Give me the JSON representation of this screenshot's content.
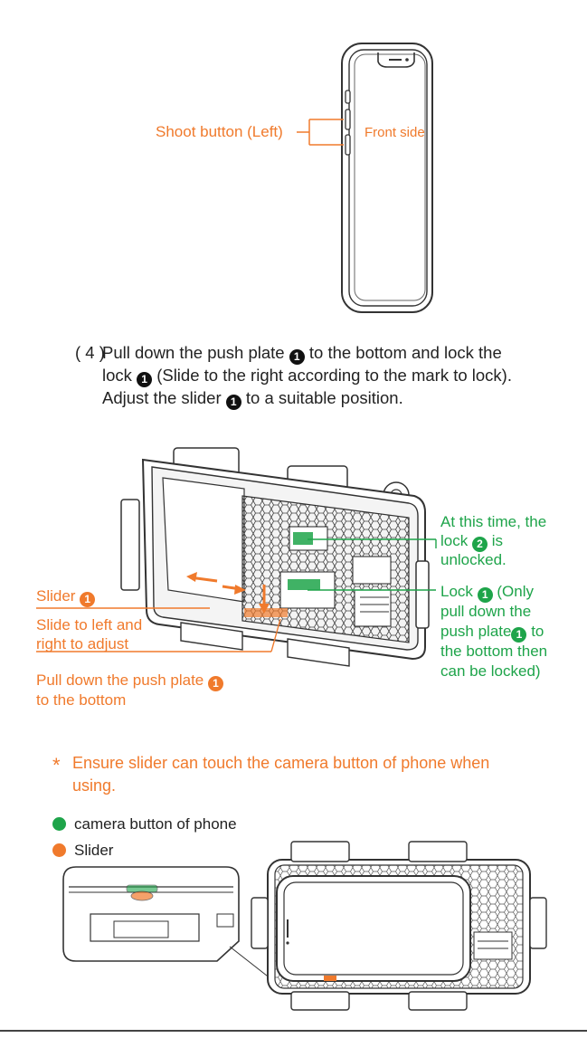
{
  "figure1": {
    "shoot_button_label": "Shoot button (Left)",
    "front_side_label": "Front side"
  },
  "step4": {
    "number": "( 4 )",
    "line1": "Pull down the push plate",
    "line1b": "to the bottom and lock the",
    "line2a": "lock",
    "line2b": "(Slide to the right according to the mark to lock).",
    "line3a": "Adjust the slider",
    "line3b": "to a suitable position.",
    "badge": "1"
  },
  "figure2": {
    "slider_label": "Slider",
    "slide_adjust_1": "Slide to left and",
    "slide_adjust_2": "right to adjust",
    "pull_down_1": "Pull down the push plate",
    "pull_down_2": "to the bottom",
    "lock2_1": "At this time, the",
    "lock2_2a": "lock",
    "lock2_2b": "is",
    "lock2_3": "unlocked.",
    "lock1_1a": "Lock",
    "lock1_1b": "(Only",
    "lock1_2": "pull down the",
    "lock1_3": "push plate",
    "lock1_3b": "to",
    "lock1_4": "the bottom then",
    "lock1_5": "can be locked)",
    "badge1": "1",
    "badge2": "2"
  },
  "note": {
    "star": "*",
    "line1": "Ensure slider can touch the camera button of phone when",
    "line2": "using."
  },
  "legend": {
    "camera_button": "camera button of phone",
    "slider": "Slider"
  },
  "colors": {
    "orange": "#f07a2c",
    "green": "#1ea44a",
    "ink": "#222222"
  }
}
